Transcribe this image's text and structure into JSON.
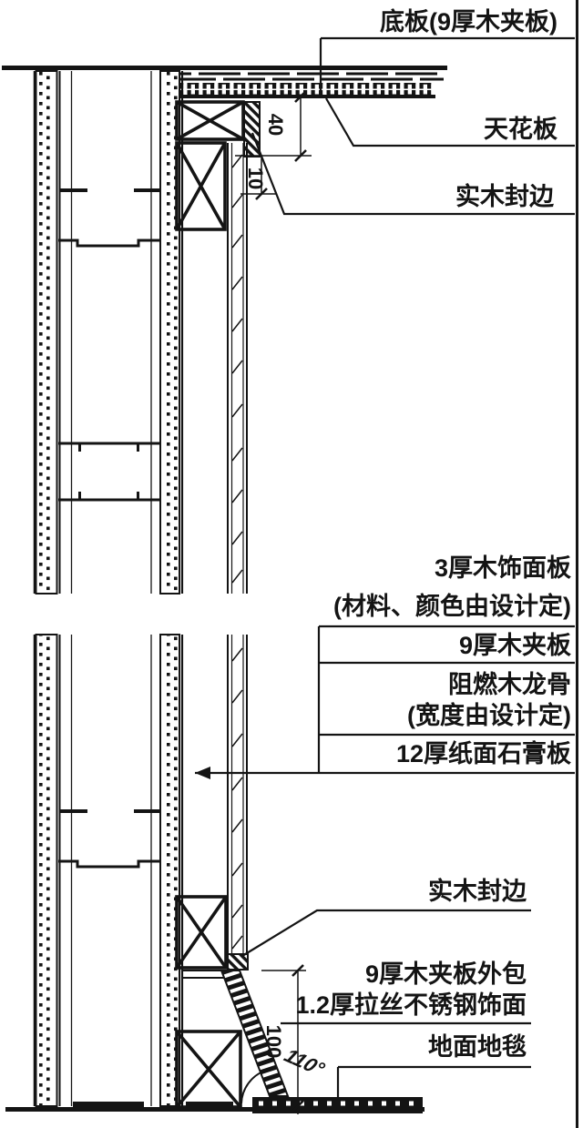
{
  "labels": {
    "bottom_plate": "底板(9厚木夹板)",
    "ceiling": "天花板",
    "solid_wood_edge_top": "实木封边",
    "veneer_line1": "3厚木饰面板",
    "veneer_line2": "(材料、颜色由设计定)",
    "plywood9": "9厚木夹板",
    "keel_line1": "阻燃木龙骨",
    "keel_line2": "(宽度由设计定)",
    "gypsum12": "12厚纸面石膏板",
    "solid_wood_edge_bottom": "实木封边",
    "skirting_line1": "9厚木夹板外包",
    "skirting_line2": "1.2厚拉丝不锈钢饰面",
    "floor_carpet": "地面地毯"
  },
  "dimensions": {
    "d40": "40",
    "d10": "10",
    "d100": "100",
    "angle": "110°"
  },
  "colors": {
    "ink": "#141414",
    "paper": "#ffffff"
  }
}
